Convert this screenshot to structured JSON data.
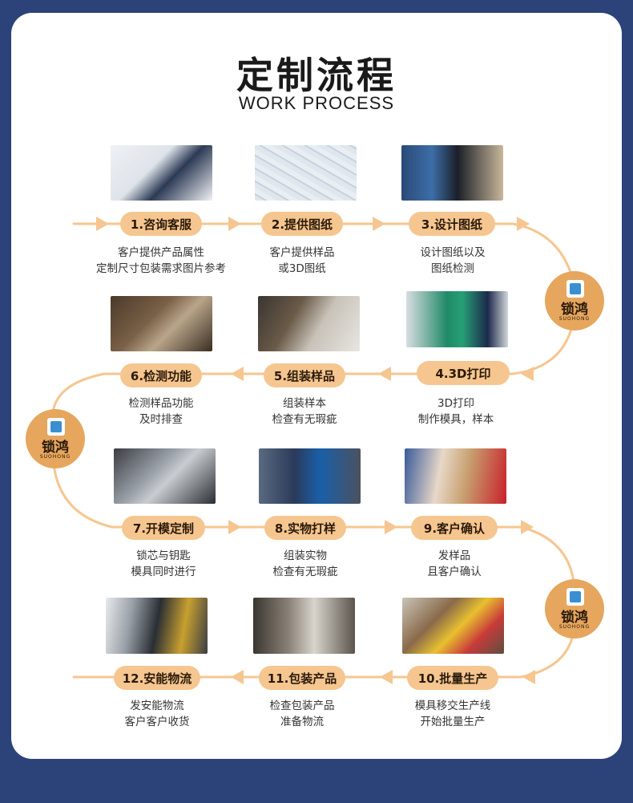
{
  "header": {
    "title": "定制流程",
    "subtitle": "WORK PROCESS"
  },
  "logo": {
    "name": "锁鸿",
    "en": "SUOHONG"
  },
  "colors": {
    "background": "#2b4378",
    "card": "#ffffff",
    "pill": "#f6c690",
    "line": "#f6c690",
    "logo": "#e6a65d"
  },
  "steps": [
    {
      "label": "1.咨询客服",
      "desc": [
        "客户提供产品属性",
        "定制尺寸包装需求图片参考"
      ],
      "photo": "customer-service-photo"
    },
    {
      "label": "2.提供图纸",
      "desc": [
        "客户提供样品",
        "或3D图纸"
      ],
      "photo": "drawings-photo"
    },
    {
      "label": "3.设计图纸",
      "desc": [
        "设计图纸以及",
        "图纸检测"
      ],
      "photo": "design-desk-photo"
    },
    {
      "label": "4.3D打印",
      "desc": [
        "3D打印",
        "制作模具，样本"
      ],
      "photo": "3d-printer-photo"
    },
    {
      "label": "5.组装样品",
      "desc": [
        "组装样本",
        "检查有无瑕疵"
      ],
      "photo": "assembly-photo"
    },
    {
      "label": "6.检测功能",
      "desc": [
        "检测样品功能",
        "及时排查"
      ],
      "photo": "lock-parts-photo"
    },
    {
      "label": "7.开模定制",
      "desc": [
        "锁芯与钥匙",
        "模具同时进行"
      ],
      "photo": "mold-photo"
    },
    {
      "label": "8.实物打样",
      "desc": [
        "组装实物",
        "检查有无瑕疵"
      ],
      "photo": "machine-photo"
    },
    {
      "label": "9.客户确认",
      "desc": [
        "发样品",
        "且客户确认"
      ],
      "photo": "package-photo"
    },
    {
      "label": "10.批量生产",
      "desc": [
        "模具移交生产线",
        "开始批量生产"
      ],
      "photo": "factory-photo"
    },
    {
      "label": "11.包装产品",
      "desc": [
        "检查包装产品",
        "准备物流"
      ],
      "photo": "warehouse-photo"
    },
    {
      "label": "12.安能物流",
      "desc": [
        "发安能物流",
        "客户客户收货"
      ],
      "photo": "truck-photo"
    }
  ]
}
